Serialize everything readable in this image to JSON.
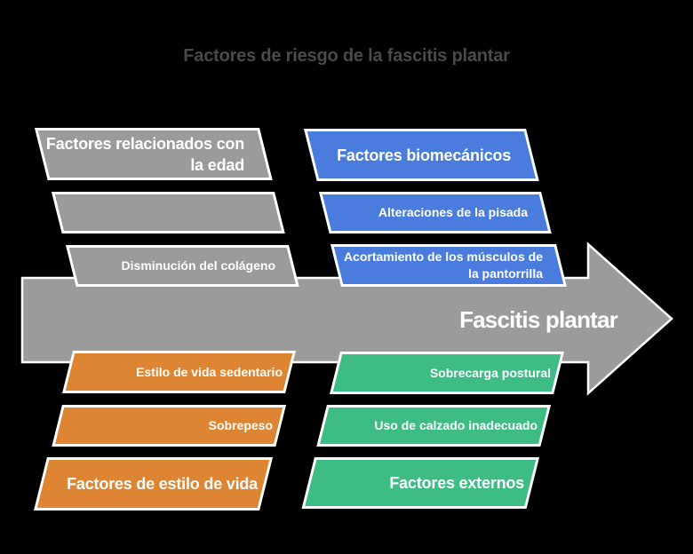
{
  "title": "Factores de riesgo de la fascitis plantar",
  "arrow": {
    "label": "Fascitis plantar"
  },
  "colors": {
    "background": "#000000",
    "gray": "#9b9b9b",
    "blue": "#4a7cdd",
    "orange": "#dd8533",
    "green": "#3dbd83",
    "outline": "#ffffff",
    "title_text": "#4a4a4a",
    "shape_text": "#ffffff"
  },
  "groups": {
    "age": {
      "header": "Factores relacionados con la edad",
      "rows": [
        "",
        "Disminución del colágeno"
      ]
    },
    "biomechanical": {
      "header": "Factores biomecánicos",
      "rows": [
        "Alteraciones de la pisada",
        "Acortamiento de los músculos de la pantorrilla"
      ]
    },
    "lifestyle": {
      "header": "Factores de estilo de vida",
      "rows": [
        "Estilo de vida sedentario",
        "Sobrepeso"
      ]
    },
    "external": {
      "header": "Factores externos",
      "rows": [
        "Sobrecarga postural",
        "Uso de calzado inadecuado"
      ]
    }
  }
}
